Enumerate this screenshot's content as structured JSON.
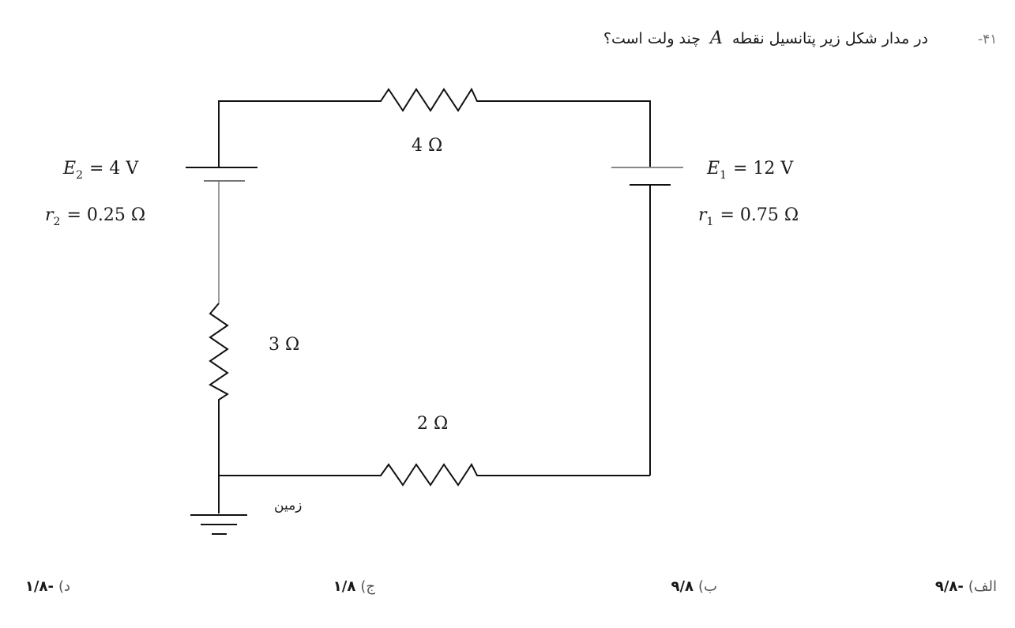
{
  "question": {
    "number": "-۴۱",
    "text_part1": "در مدار شکل زیر پتانسیل نقطه",
    "point_label": "A",
    "text_part2": "چند ولت است؟"
  },
  "circuit": {
    "top_resistor": "4 Ω",
    "left_resistor": "3 Ω",
    "bottom_resistor": "2 Ω",
    "battery_left": {
      "emf_symbol": "E",
      "emf_sub": "2",
      "emf_value": "= 4 V",
      "r_symbol": "r",
      "r_sub": "2",
      "r_value": "= 0.25 Ω"
    },
    "battery_right": {
      "emf_symbol": "E",
      "emf_sub": "1",
      "emf_value": "= 12 V",
      "r_symbol": "r",
      "r_sub": "1",
      "r_value": "= 0.75 Ω"
    },
    "ground_label": "زمین"
  },
  "options": [
    {
      "letter": "الف)",
      "value": "-۹/۸"
    },
    {
      "letter": "ب)",
      "value": "۹/۸"
    },
    {
      "letter": "ج)",
      "value": "۱/۸"
    },
    {
      "letter": "د)",
      "value": "-۱/۸"
    }
  ]
}
